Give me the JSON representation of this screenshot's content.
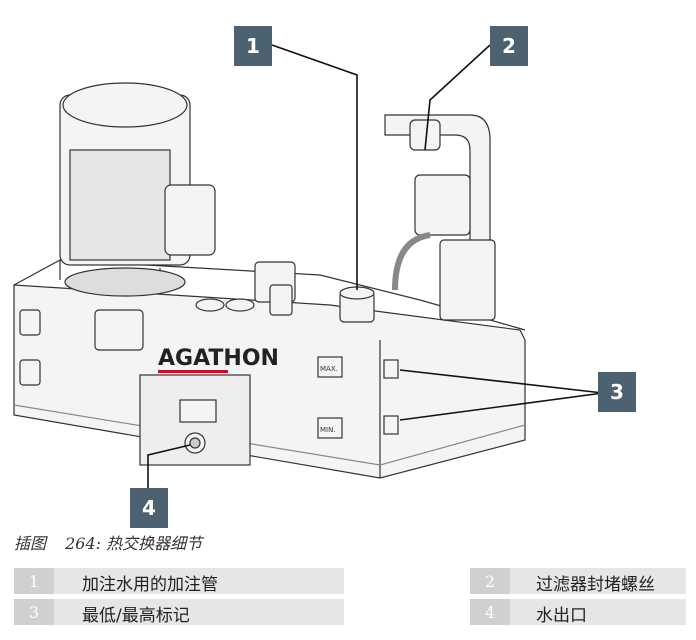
{
  "callouts": [
    "1",
    "2",
    "3",
    "4"
  ],
  "brand_label": "AGATHON",
  "tank_labels": {
    "max": "MAX.",
    "min": "MIN."
  },
  "caption": {
    "prefix": "插图",
    "number": "264:",
    "title": "热交换器细节"
  },
  "legend": [
    {
      "num": "1",
      "text": "加注水用的加注管"
    },
    {
      "num": "2",
      "text": "过滤器封堵螺丝"
    },
    {
      "num": "3",
      "text": "最低/最高标记"
    },
    {
      "num": "4",
      "text": "水出口"
    }
  ],
  "colors": {
    "callout": "#4d6270",
    "brand": "#c8102e",
    "legend_bg": "#e6e6e6"
  }
}
